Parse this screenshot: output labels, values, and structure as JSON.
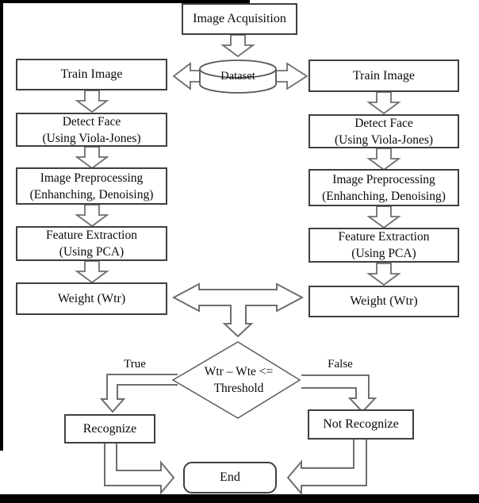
{
  "diagram": {
    "type": "flowchart",
    "topic": "Face recognition training/testing pipeline"
  },
  "colors": {
    "background": "#ffffff",
    "box_border": "#3f3f3f",
    "diamond_border": "#5a5a5a",
    "arrow_outline": "#6e6e6e",
    "text": "#0a0a0a",
    "frame_bar": "#000000"
  },
  "nodes": {
    "image_acquisition": "Image Acquisition",
    "dataset": "Dataset",
    "train_left": "Train Image",
    "train_right": "Train Image",
    "detect_left": "Detect Face\n(Using Viola-Jones)",
    "detect_right": "Detect Face\n(Using Viola-Jones)",
    "preprocess_left": "Image Preprocessing\n(Enhanching, Denoising)",
    "preprocess_right": "Image Preprocessing\n(Enhanching, Denoising)",
    "feature_left": "Feature Extraction\n(Using PCA)",
    "feature_right": "Feature Extraction\n(Using PCA)",
    "weight_left": "Weight (Wtr)",
    "weight_right": "Weight (Wtr)",
    "decision": "Wtr – Wte <=\nThreshold",
    "recognize": "Recognize",
    "not_recognize": "Not Recognize",
    "end": "End"
  },
  "branch_labels": {
    "true": "True",
    "false": "False"
  }
}
